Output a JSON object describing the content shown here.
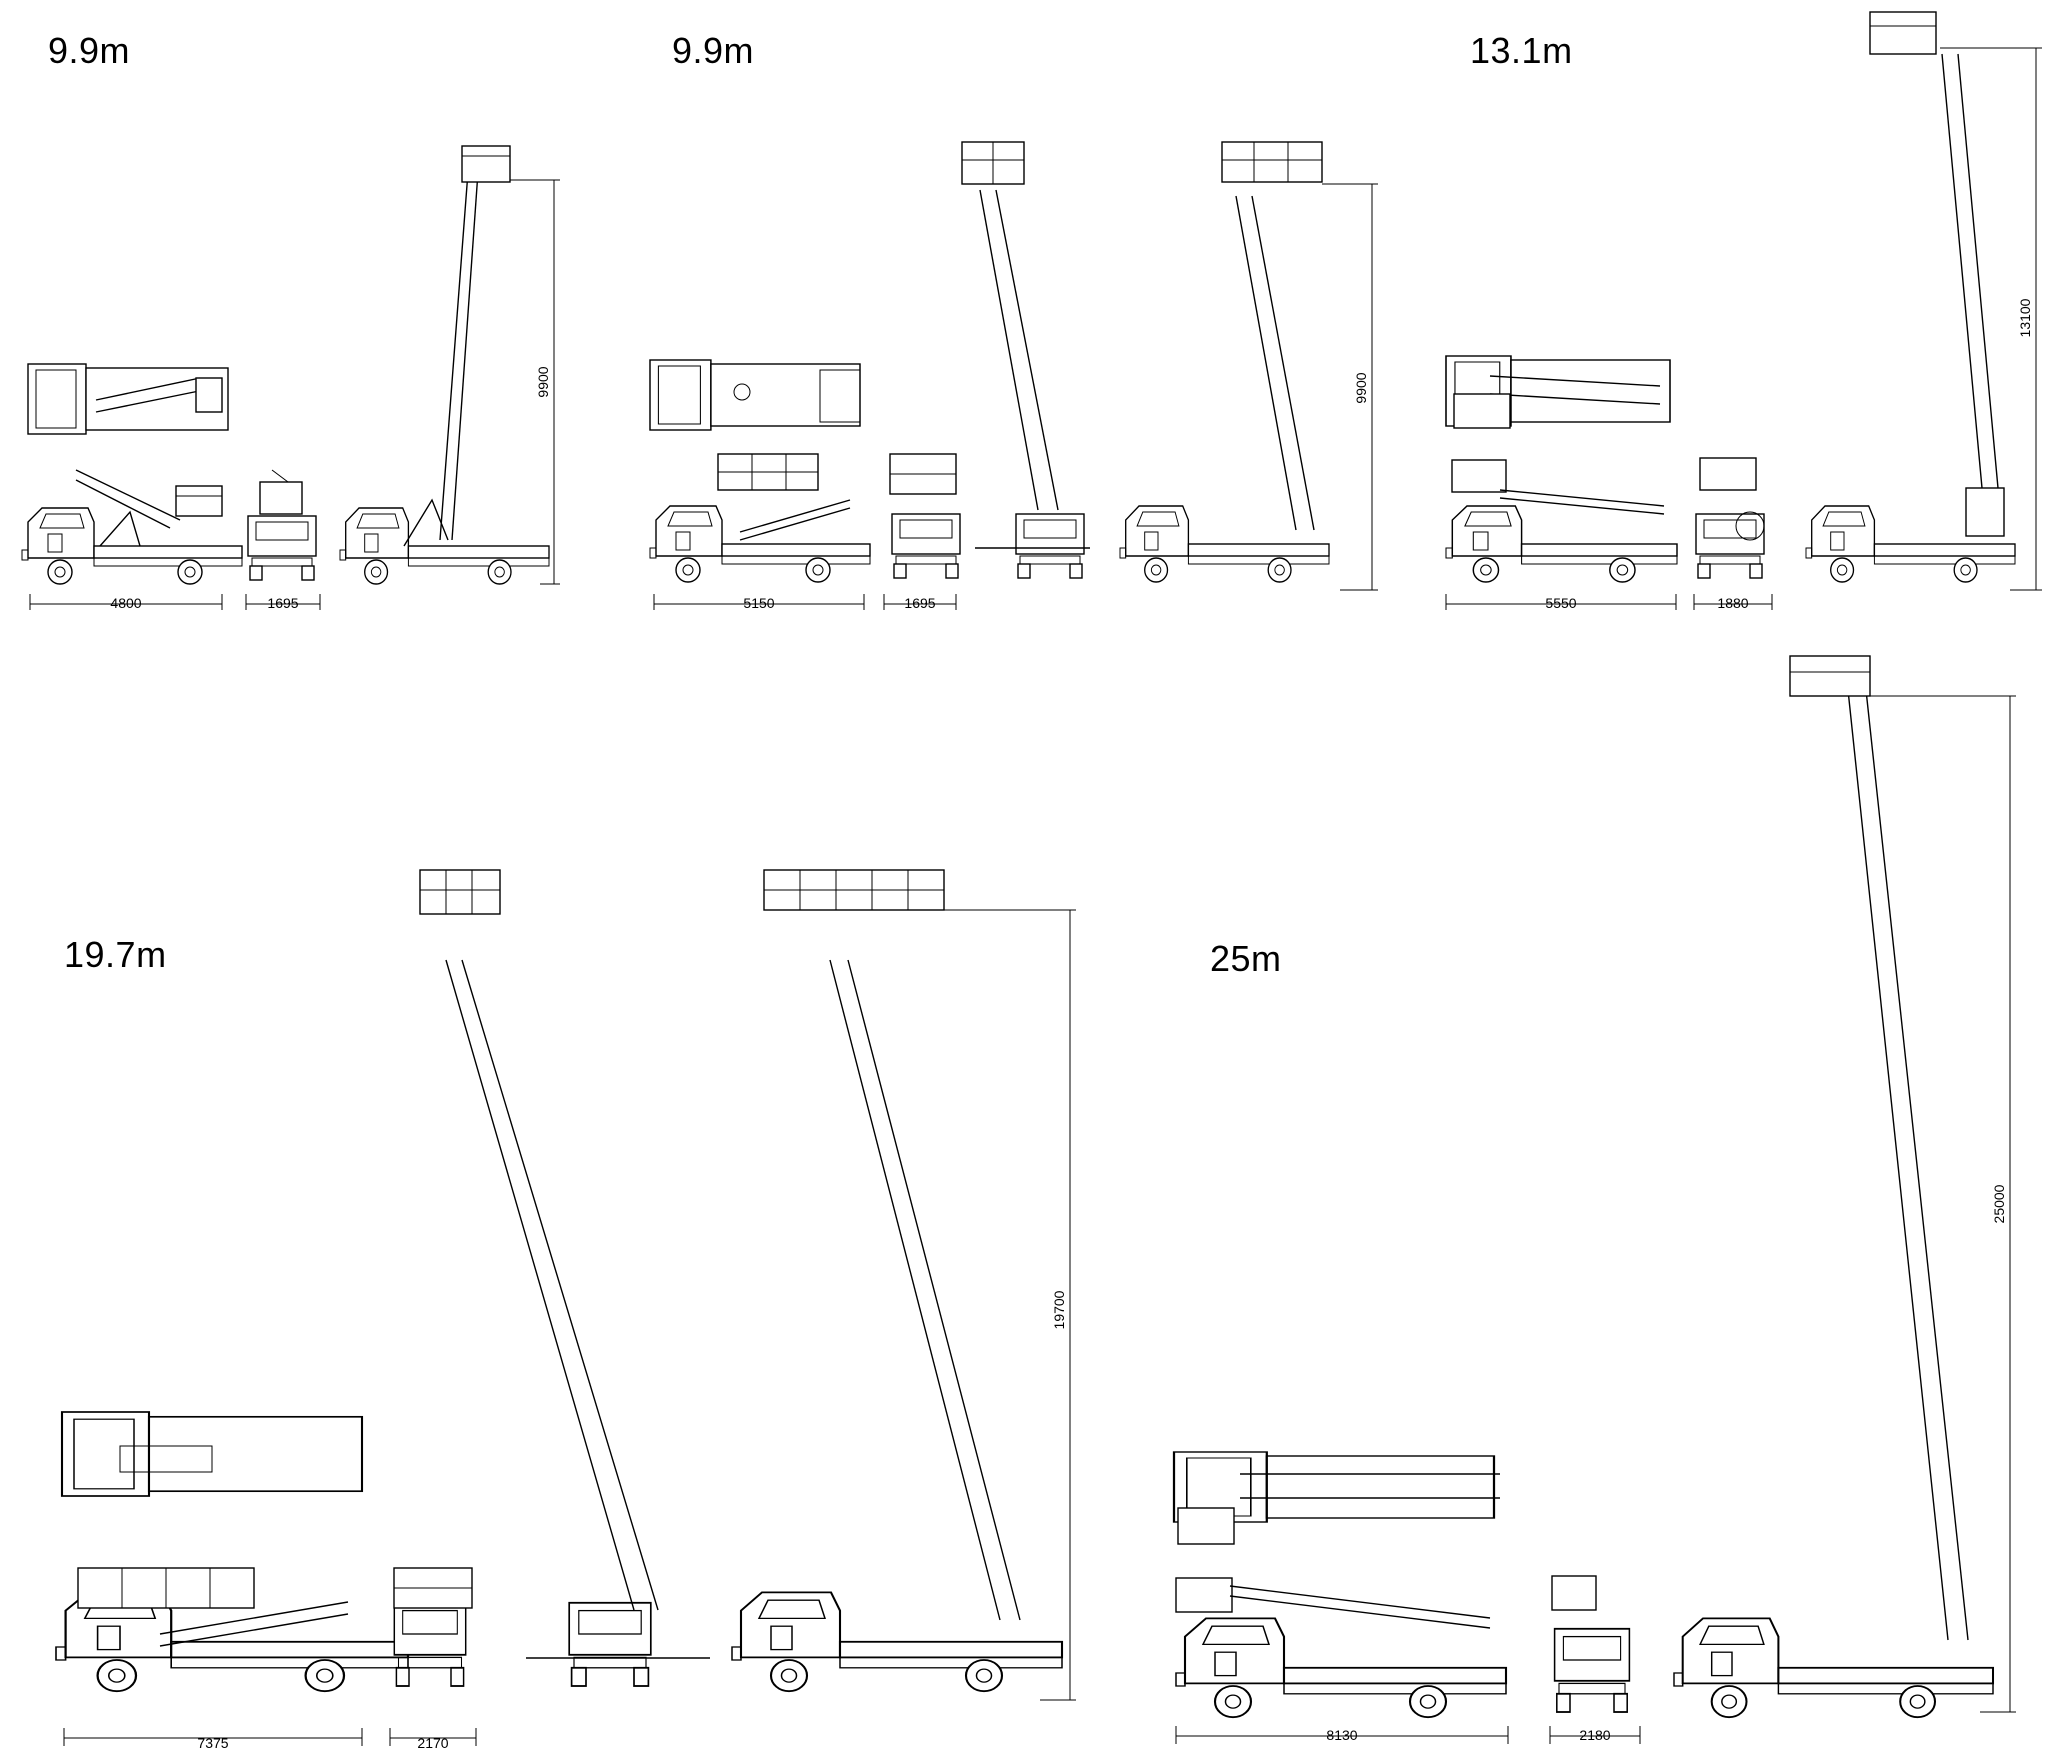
{
  "headings": {
    "h1": "9.9m",
    "h2": "9.9m",
    "h3": "13.1m",
    "h4": "19.7m",
    "h5": "25m"
  },
  "dimensions": {
    "d1_len": "4800",
    "d1_wid": "1695",
    "d1_h": "9900",
    "d2_len": "5150",
    "d2_wid": "1695",
    "d2_h": "9900",
    "d3_len": "5550",
    "d3_wid": "1880",
    "d3_h": "13100",
    "d4_len": "7375",
    "d4_wid": "2170",
    "d4_h": "19700",
    "d5_len": "8130",
    "d5_wid": "2180",
    "d5_h": "25000"
  }
}
